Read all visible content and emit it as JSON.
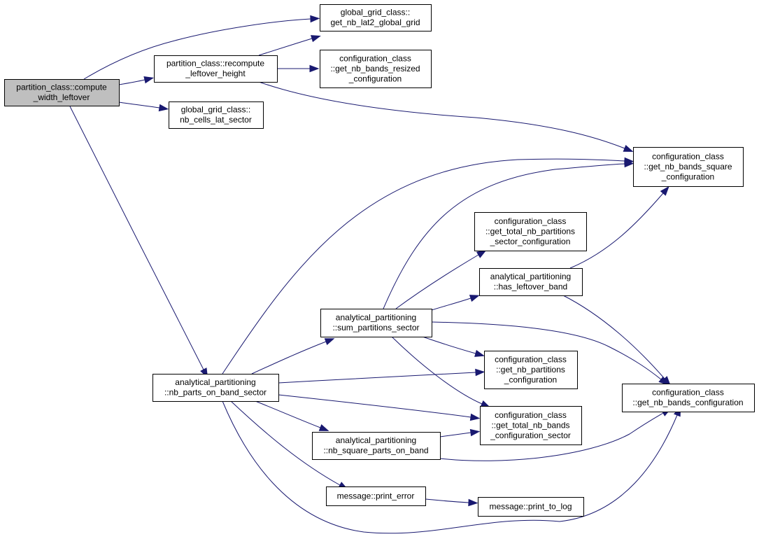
{
  "colors": {
    "edge": "#191970",
    "root_fill": "#bfbfbf",
    "node_fill": "#ffffff",
    "border": "#000000"
  },
  "nodes": [
    {
      "id": "compute_width_leftover",
      "lines": [
        "partition_class::compute",
        "_width_leftover"
      ],
      "root": true
    },
    {
      "id": "get_nb_lat2_global_grid",
      "lines": [
        "global_grid_class::",
        "get_nb_lat2_global_grid"
      ]
    },
    {
      "id": "recompute_leftover_height",
      "lines": [
        "partition_class::recompute",
        "_leftover_height"
      ]
    },
    {
      "id": "get_nb_bands_resized_configuration",
      "lines": [
        "configuration_class",
        "::get_nb_bands_resized",
        "_configuration"
      ]
    },
    {
      "id": "nb_cells_lat_sector",
      "lines": [
        "global_grid_class::",
        "nb_cells_lat_sector"
      ]
    },
    {
      "id": "get_nb_bands_square_configuration",
      "lines": [
        "configuration_class",
        "::get_nb_bands_square",
        "_configuration"
      ]
    },
    {
      "id": "get_total_nb_partitions_sector_configuration",
      "lines": [
        "configuration_class",
        "::get_total_nb_partitions",
        "_sector_configuration"
      ]
    },
    {
      "id": "has_leftover_band",
      "lines": [
        "analytical_partitioning",
        "::has_leftover_band"
      ]
    },
    {
      "id": "sum_partitions_sector",
      "lines": [
        "analytical_partitioning",
        "::sum_partitions_sector"
      ]
    },
    {
      "id": "get_nb_partitions_configuration",
      "lines": [
        "configuration_class",
        "::get_nb_partitions",
        "_configuration"
      ]
    },
    {
      "id": "get_nb_bands_configuration",
      "lines": [
        "configuration_class",
        "::get_nb_bands_configuration"
      ]
    },
    {
      "id": "nb_parts_on_band_sector",
      "lines": [
        "analytical_partitioning",
        "::nb_parts_on_band_sector"
      ]
    },
    {
      "id": "get_total_nb_bands_configuration_sector",
      "lines": [
        "configuration_class",
        "::get_total_nb_bands",
        "_configuration_sector"
      ]
    },
    {
      "id": "nb_square_parts_on_band",
      "lines": [
        "analytical_partitioning",
        "::nb_square_parts_on_band"
      ]
    },
    {
      "id": "print_error",
      "lines": [
        "message::print_error"
      ]
    },
    {
      "id": "print_to_log",
      "lines": [
        "message::print_to_log"
      ]
    }
  ],
  "edges": [
    [
      "compute_width_leftover",
      "get_nb_lat2_global_grid"
    ],
    [
      "compute_width_leftover",
      "recompute_leftover_height"
    ],
    [
      "compute_width_leftover",
      "nb_cells_lat_sector"
    ],
    [
      "compute_width_leftover",
      "nb_parts_on_band_sector"
    ],
    [
      "recompute_leftover_height",
      "get_nb_lat2_global_grid"
    ],
    [
      "recompute_leftover_height",
      "get_nb_bands_resized_configuration"
    ],
    [
      "recompute_leftover_height",
      "get_nb_bands_square_configuration"
    ],
    [
      "nb_parts_on_band_sector",
      "get_nb_bands_square_configuration"
    ],
    [
      "nb_parts_on_band_sector",
      "sum_partitions_sector"
    ],
    [
      "nb_parts_on_band_sector",
      "get_nb_partitions_configuration"
    ],
    [
      "nb_parts_on_band_sector",
      "get_total_nb_bands_configuration_sector"
    ],
    [
      "nb_parts_on_band_sector",
      "nb_square_parts_on_band"
    ],
    [
      "nb_parts_on_band_sector",
      "print_error"
    ],
    [
      "nb_parts_on_band_sector",
      "get_nb_bands_configuration"
    ],
    [
      "sum_partitions_sector",
      "get_nb_bands_square_configuration"
    ],
    [
      "sum_partitions_sector",
      "get_total_nb_partitions_sector_configuration"
    ],
    [
      "sum_partitions_sector",
      "has_leftover_band"
    ],
    [
      "sum_partitions_sector",
      "get_nb_partitions_configuration"
    ],
    [
      "sum_partitions_sector",
      "get_total_nb_bands_configuration_sector"
    ],
    [
      "sum_partitions_sector",
      "get_nb_bands_configuration"
    ],
    [
      "has_leftover_band",
      "get_nb_bands_square_configuration"
    ],
    [
      "has_leftover_band",
      "get_nb_bands_configuration"
    ],
    [
      "nb_square_parts_on_band",
      "get_total_nb_bands_configuration_sector"
    ],
    [
      "nb_square_parts_on_band",
      "get_nb_bands_configuration"
    ],
    [
      "print_error",
      "print_to_log"
    ]
  ]
}
